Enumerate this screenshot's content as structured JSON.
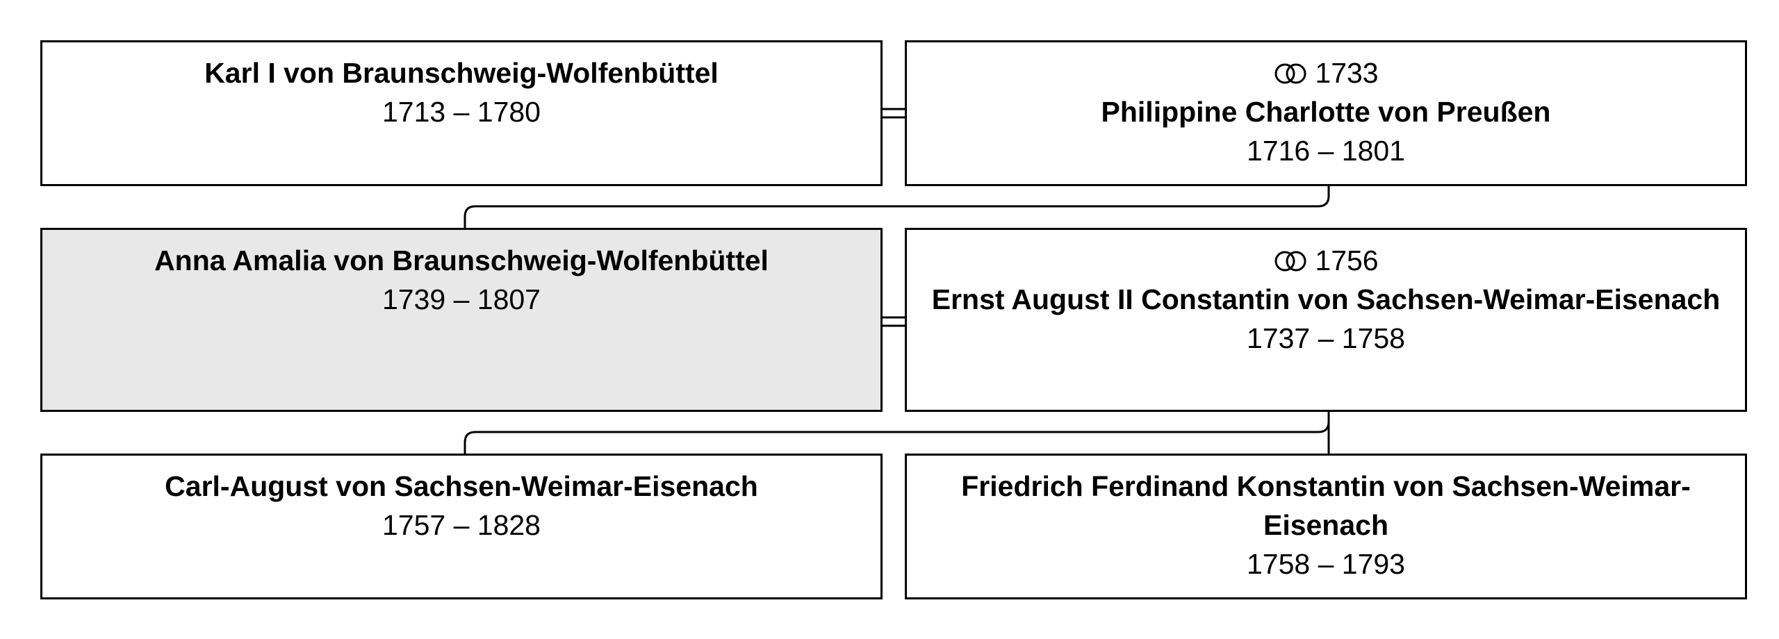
{
  "persons": {
    "karl": {
      "name": "Karl I von Braunschweig-Wolfenbüttel",
      "dates": "1713 – 1780"
    },
    "philippine": {
      "marriage_year": "1733",
      "name": "Philippine Charlotte von Preußen",
      "dates": "1716 – 1801"
    },
    "anna": {
      "name": "Anna Amalia von Braunschweig-Wolfenbüttel",
      "dates": "1739 – 1807"
    },
    "ernst": {
      "marriage_year": "1756",
      "name": "Ernst August II Constantin von Sachsen-Weimar-Eisenach",
      "dates": "1737 – 1758"
    },
    "carl": {
      "name": "Carl-August von Sachsen-Weimar-Eisenach",
      "dates": "1757 – 1828"
    },
    "friedrich": {
      "name": "Friedrich Ferdinand Konstantin von Sachsen-Weimar-Eisenach",
      "dates": "1758 – 1793"
    }
  },
  "icons": {
    "marriage": "wedding-rings-icon"
  },
  "colors": {
    "highlight": "#e8e8e8",
    "border": "#000000"
  }
}
